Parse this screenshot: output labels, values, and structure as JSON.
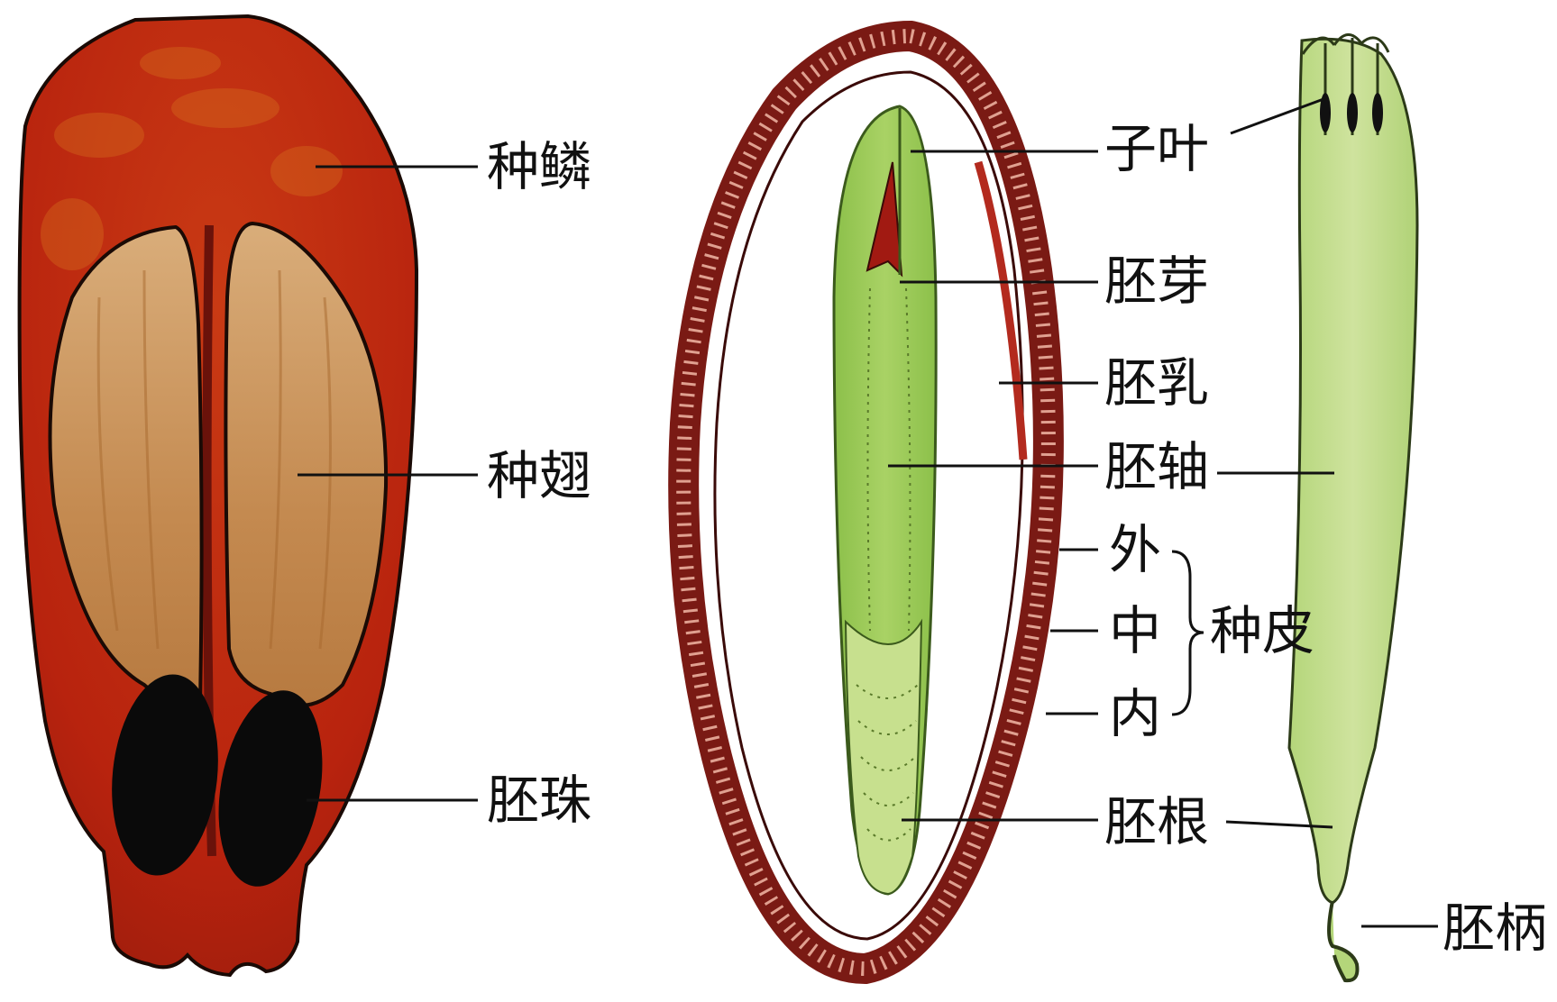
{
  "labels": {
    "seed_scale": "种鳞",
    "seed_wing": "种翅",
    "ovule": "胚珠",
    "cotyledon": "子叶",
    "plumule": "胚芽",
    "endosperm": "胚乳",
    "hypocotyl": "胚轴",
    "outer": "外",
    "middle": "中",
    "inner": "内",
    "seed_coat": "种皮",
    "radicle": "胚根",
    "suspensor": "胚柄"
  },
  "colors": {
    "scale_red": "#B8230E",
    "wing_tan": "#C9955C",
    "ovule_black": "#0A0A0A",
    "coat_dark_red": "#7A1A14",
    "embryo_green": "#9CCB5A",
    "embryo_light_green": "#C3DC8A"
  }
}
